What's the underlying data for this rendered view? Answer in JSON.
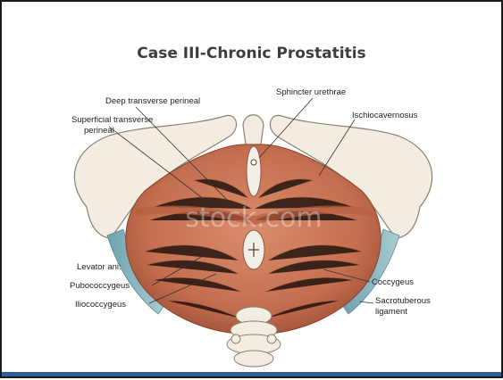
{
  "slide": {
    "title": "Case III-Chronic Prostatitis"
  },
  "figure": {
    "labels": {
      "deep_transverse_perineal": "Deep transverse perineal",
      "superficial_transverse_line1": "Superficial transverse",
      "superficial_transverse_line2": "perineal",
      "sphincter_urethrae": "Sphincter urethrae",
      "ischiocavernosus": "Ischiocavernosus",
      "levator_ani": "Levator ani:",
      "pubococcygeus": "Pubococcygeus",
      "iliococcygeus": "Iliococcygeus",
      "coccygeus": "Coccygeus",
      "sacrotuberous_line1": "Sacrotuberous",
      "sacrotuberous_line2": "ligament"
    },
    "watermark": "stock.com",
    "colors": {
      "muscle": "#c9795a",
      "muscle_dark": "#9e4f37",
      "ligament": "#8fb8c2",
      "bone": "#f2ede0",
      "bone_outline": "#8a8270"
    }
  }
}
